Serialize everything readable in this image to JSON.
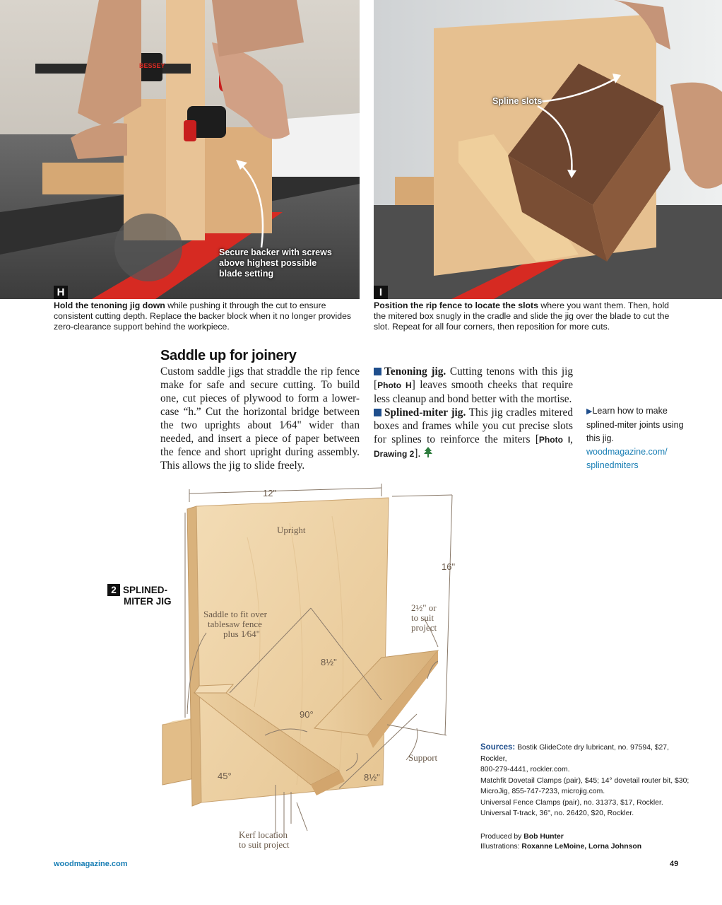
{
  "photo_h": {
    "label": "H",
    "callout": [
      "Secure backer with screws",
      "above highest possible",
      "blade setting"
    ],
    "clamp_text": "BESSEY",
    "caption_bold": "Hold the tenoning jig down",
    "caption_rest": " while pushing it through the cut to ensure consistent cutting depth. Replace the backer block when it no longer provides zero-clearance support behind the workpiece."
  },
  "photo_i": {
    "label": "I",
    "callout": "Spline slots",
    "caption_bold": "Position the rip fence to locate the slots",
    "caption_rest": " where you want them. Then, hold the mitered box snugly in the cradle and slide the jig over the blade to cut the slot. Repeat for all four corners, then reposition for more cuts."
  },
  "article": {
    "heading": "Saddle up for joinery",
    "body": "Custom saddle jigs that straddle the rip fence make for safe and secure cutting. To build one, cut pieces of plywood to form a lower-case “h.” Cut the horizontal bridge between the two uprights about 1⁄64\" wider than needed, and insert a piece of paper between the fence and short upright during assembly. This allows the jig to slide freely.",
    "tenoning_title": "Tenoning jig.",
    "tenoning_text_1": " Cutting tenons with this jig [",
    "tenoning_ref": "Photo H",
    "tenoning_text_2": "] leaves smooth cheeks that require less cleanup and bond better with the mortise.",
    "splined_title": "Splined-miter jig.",
    "splined_text_1": " This jig cradles mitered boxes and frames while you cut precise slots for splines to reinforce the miters [",
    "splined_ref_1": "Photo I",
    "splined_text_2": ", ",
    "splined_ref_2": "Drawing 2",
    "splined_text_3": "]."
  },
  "sidebar": {
    "arrow": "▶",
    "text": "Learn how to make splined-miter joints using this jig.",
    "url_line1": "woodmagazine.com/",
    "url_line2": "splinedmiters"
  },
  "drawing": {
    "number": "2",
    "title_line1": "SPLINED-",
    "title_line2": "MITER JIG",
    "dim_width": "12\"",
    "dim_height": "16\"",
    "upright_label": "Upright",
    "saddle_note": [
      "Saddle to fit over",
      "tablesaw fence",
      "plus 1⁄64\""
    ],
    "dim_8half_top": "8½\"",
    "dim_90": "90°",
    "dim_45": "45°",
    "dim_8half_bottom": "8½\"",
    "dim_2half": [
      "2½\" or",
      "to suit",
      "project"
    ],
    "support_label": "Support",
    "kerf_note": [
      "Kerf location",
      "to suit project"
    ]
  },
  "sources": {
    "label": "Sources:",
    "lines": [
      " Bostik GlideCote dry lubricant, no. 97594, $27, Rockler,",
      "800-279-4441, rockler.com.",
      "Matchfit Dovetail Clamps (pair), $45; 14° dovetail router bit, $30;",
      "MicroJig, 855-747-7233, microjig.com.",
      "Universal Fence Clamps (pair), no. 31373, $17, Rockler.",
      "Universal T-track, 36\", no. 26420, $20, Rockler."
    ]
  },
  "credits": {
    "produced_label": "Produced by ",
    "produced_name": "Bob Hunter",
    "illus_label": "Illustrations: ",
    "illus_names": "Roxanne LeMoine, Lorna Johnson"
  },
  "footer": {
    "url": "woodmagazine.com",
    "page": "49"
  },
  "colors": {
    "accent_blue": "#1f4e8c",
    "link_blue": "#1a7fb5",
    "wood": "#ecd3a8",
    "saw_red": "#d62a22"
  }
}
